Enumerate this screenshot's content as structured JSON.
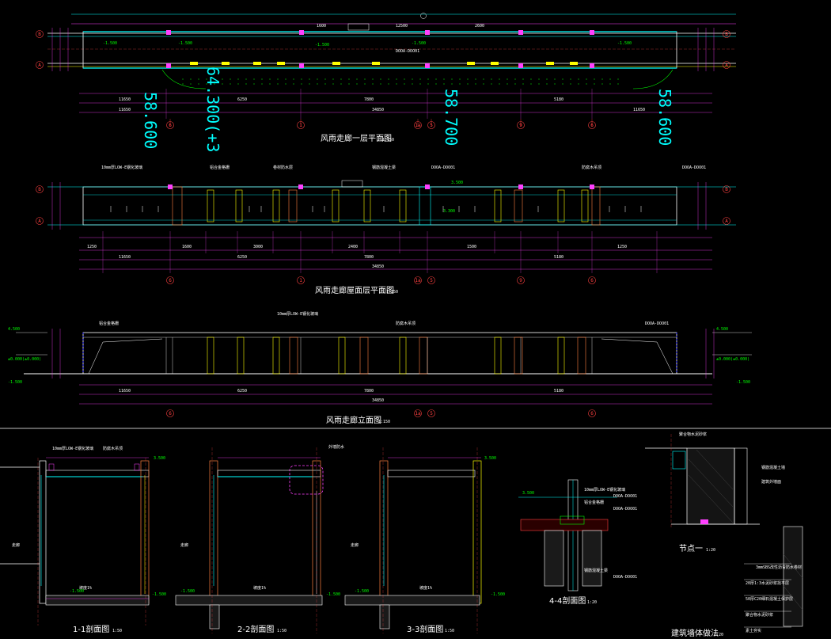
{
  "titles": {
    "plan1": "风雨走廊一层平面图",
    "plan1_scale": "1:150",
    "roof": "风雨走廊屋面层平面图",
    "roof_scale": "1:150",
    "elev": "风雨走廊立面图",
    "elev_scale": "1:150",
    "s11": "1-1剖面图",
    "s11_scale": "1:50",
    "s22": "2-2剖面图",
    "s22_scale": "1:50",
    "s33": "3-3剖面图",
    "s33_scale": "1:50",
    "s44": "4-4剖面图",
    "s44_scale": "1:20",
    "node1": "节点一",
    "node1_scale": "1:20",
    "wall": "建筑墙体做法",
    "wall_scale": "1:20"
  },
  "elevations_big": [
    "58.600",
    "64.300(+3",
    "58.700",
    "58.600"
  ],
  "axis_bottom": [
    "6",
    "1",
    "1a",
    "5",
    "9",
    "6"
  ],
  "axis_left": [
    "B",
    "A",
    "B",
    "A"
  ],
  "axis_right": [
    "B",
    "A",
    "B",
    "A"
  ],
  "dims": {
    "d1": "1600",
    "d2": "2600",
    "d3": "1500",
    "d4": "3000",
    "d5": "6250",
    "d6": "7800",
    "d7": "5180",
    "d8": "11650",
    "d9": "34850",
    "d10": "1250",
    "d11": "2400",
    "d12": "12500"
  },
  "levels": {
    "l1": "-1.500",
    "l2": "±0.000",
    "l3": "3.500",
    "l4": "4.500",
    "l5": "3.300",
    "l6": "-1.500",
    "l7": "±0.000(±0.000)"
  },
  "notes": {
    "n1": "10mm厚LOW-E钢化玻璃",
    "n2": "铝合金格栅",
    "n3": "卷材防水层",
    "n4": "钢筋混凝土梁",
    "n5": "DOOA-DOO01",
    "n6": "防腐木吊顶",
    "n7": "走廊",
    "n8": "外墙防水",
    "n9": "20厚1:3水泥砂浆找平层",
    "n10": "3mmSBS改性沥青防水卷材",
    "n11": "50厚C20细石混凝土保护层",
    "n12": "素土夯实",
    "n13": "聚合物水泥砂浆",
    "n14": "钢筋混凝土墙",
    "n15": "建筑外墙面",
    "n16": "坡度1%"
  }
}
